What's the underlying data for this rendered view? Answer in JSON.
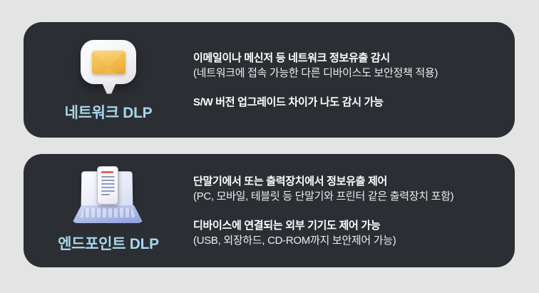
{
  "page": {
    "background_color": "#e4e4e4",
    "card_color": "#2b2e33",
    "label_color": "#a9d6ec",
    "text_color": "#f2f2f2"
  },
  "cards": [
    {
      "id": "network-dlp",
      "icon": "email-envelope-speech-bubble-icon",
      "label": "네트워크 DLP",
      "paragraphs": [
        {
          "lines": [
            {
              "text": "이메일이나 메신저 등 네트워크 정보유출 감시",
              "style": "bold"
            },
            {
              "text": "(네트워크에 접속 가능한 다른 디바이스도 보안정책 적용)",
              "style": "sub"
            }
          ]
        },
        {
          "lines": [
            {
              "text": "S/W 버전 업그레이드 차이가 나도 감시 가능",
              "style": "bold"
            }
          ]
        }
      ]
    },
    {
      "id": "endpoint-dlp",
      "icon": "laptop-document-icon",
      "label": "엔드포인트 DLP",
      "paragraphs": [
        {
          "lines": [
            {
              "text": "단말기에서 또는 출력장치에서 정보유출 제어",
              "style": "bold"
            },
            {
              "text": "(PC, 모바일, 테블릿 등 단말기와 프린터 같은 출력장치 포함)",
              "style": "sub"
            }
          ]
        },
        {
          "lines": [
            {
              "text": "디바이스에 연결되는 외부 기기도 제어 가능",
              "style": "bold"
            },
            {
              "text": "(USB, 외장하드, CD-ROM까지 보안제어 가능)",
              "style": "sub"
            }
          ]
        }
      ]
    }
  ]
}
